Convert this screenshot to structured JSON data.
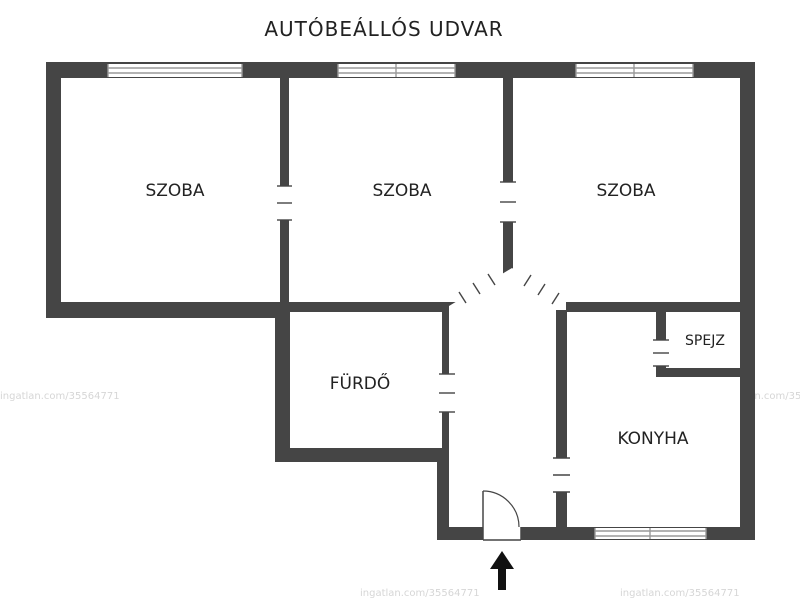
{
  "title": "AUTÓBEÁLLÓS UDVAR",
  "rooms": {
    "szoba_left": "SZOBA",
    "szoba_middle": "SZOBA",
    "szoba_right": "SZOBA",
    "furdo": "FÜRDŐ",
    "spejz": "SPEJZ",
    "konyha": "KONYHA"
  },
  "watermark": "ingatlan.com/35564771",
  "colors": {
    "wall": "#454545",
    "window": "#9a9a9a",
    "text": "#222222"
  },
  "entrance_icon": "arrow-up-icon"
}
